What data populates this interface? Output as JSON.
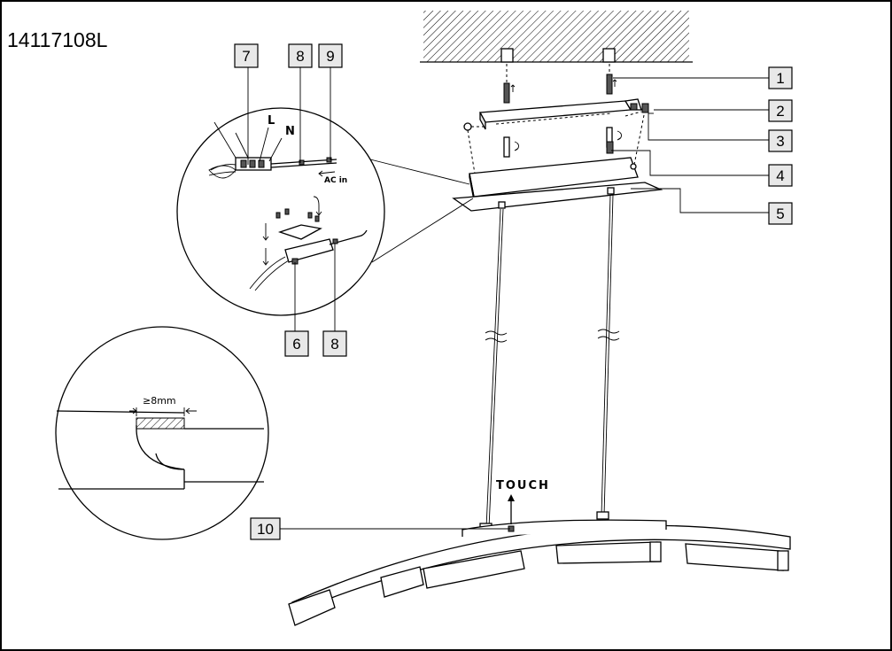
{
  "model_number": "14117108L",
  "wiring_labels": {
    "live": "L",
    "neutral": "N",
    "power_in": "AC in"
  },
  "clearance_label": "≥8mm",
  "touch_label": "TOUCH",
  "callouts": [
    "1",
    "2",
    "3",
    "4",
    "5",
    "6",
    "7",
    "8",
    "8",
    "9",
    "10"
  ]
}
